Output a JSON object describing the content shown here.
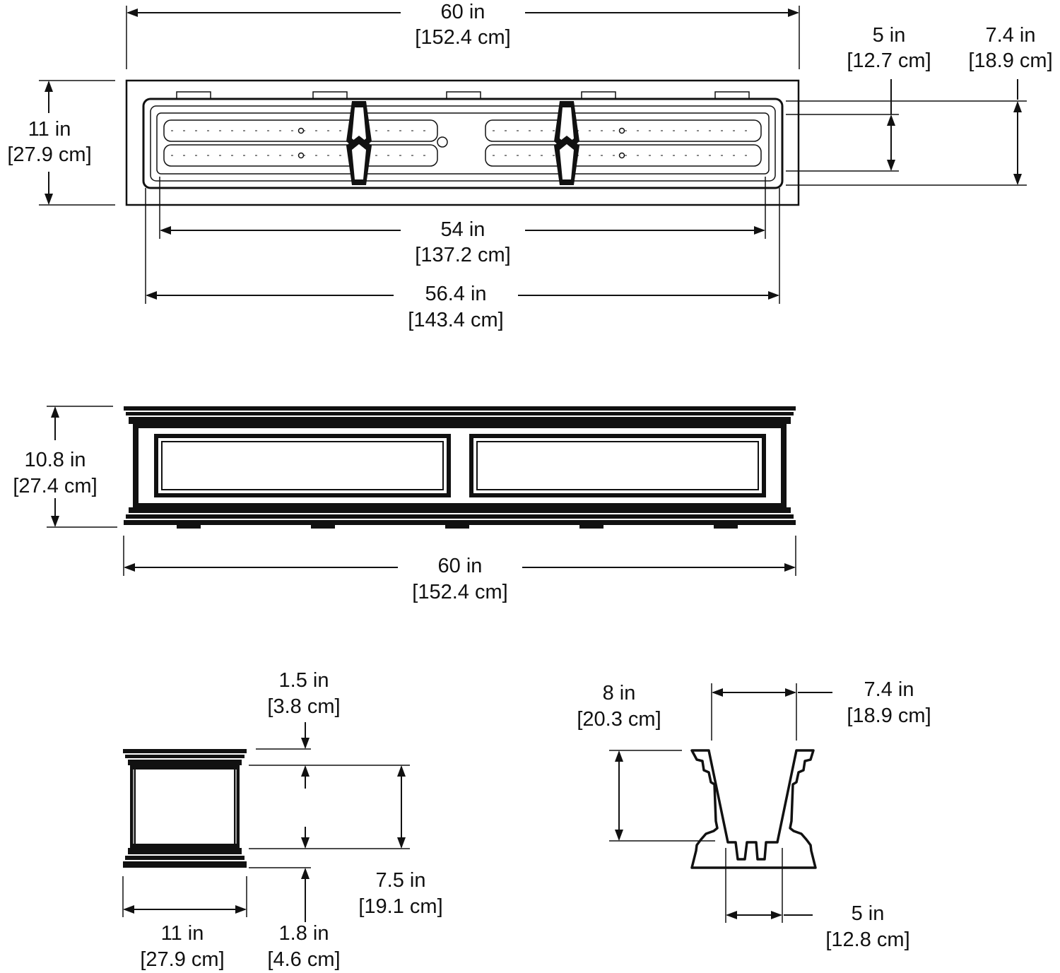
{
  "colors": {
    "ink": "#111111",
    "background": "#ffffff"
  },
  "top_view": {
    "overall_length": {
      "in": "60 in",
      "cm": "[152.4 cm]"
    },
    "overall_depth": {
      "in": "11 in",
      "cm": "[27.9 cm]"
    },
    "bottom_width": {
      "in": "5 in",
      "cm": "[12.7 cm]"
    },
    "top_width": {
      "in": "7.4 in",
      "cm": "[18.9 cm]"
    },
    "inner_length": {
      "in": "54 in",
      "cm": "[137.2 cm]"
    },
    "liner_length": {
      "in": "56.4 in",
      "cm": "[143.4 cm]"
    }
  },
  "front_view": {
    "height": {
      "in": "10.8 in",
      "cm": "[27.4 cm]"
    },
    "length": {
      "in": "60 in",
      "cm": "[152.4 cm]"
    }
  },
  "side_view": {
    "cap_height": {
      "in": "1.5 in",
      "cm": "[3.8 cm]"
    },
    "panel_height": {
      "in": "7.5 in",
      "cm": "[19.1 cm]"
    },
    "base_height": {
      "in": "1.8 in",
      "cm": "[4.6 cm]"
    },
    "width": {
      "in": "11 in",
      "cm": "[27.9 cm]"
    }
  },
  "section_view": {
    "depth": {
      "in": "8 in",
      "cm": "[20.3 cm]"
    },
    "top_width": {
      "in": "7.4 in",
      "cm": "[18.9 cm]"
    },
    "bottom_width": {
      "in": "5 in",
      "cm": "[12.8 cm]"
    }
  }
}
